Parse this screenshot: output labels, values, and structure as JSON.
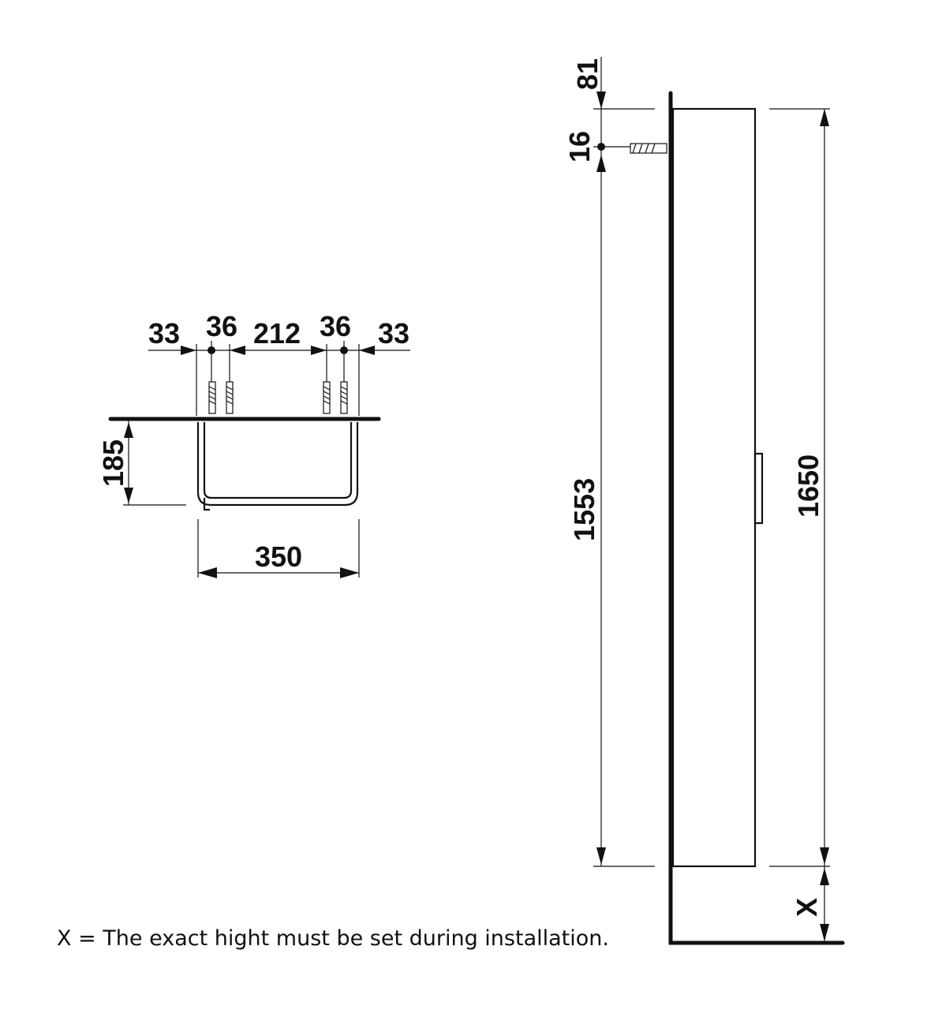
{
  "top_view": {
    "dims_top": [
      "33",
      "36",
      "212",
      "36",
      "33"
    ],
    "depth": "185",
    "width": "350"
  },
  "side_view": {
    "top_offset": "81",
    "fixing_offset": "16",
    "fixing_to_bottom": "1553",
    "overall_height": "1650",
    "floor_gap": "X"
  },
  "note": "X = The exact hight must be set during installation."
}
